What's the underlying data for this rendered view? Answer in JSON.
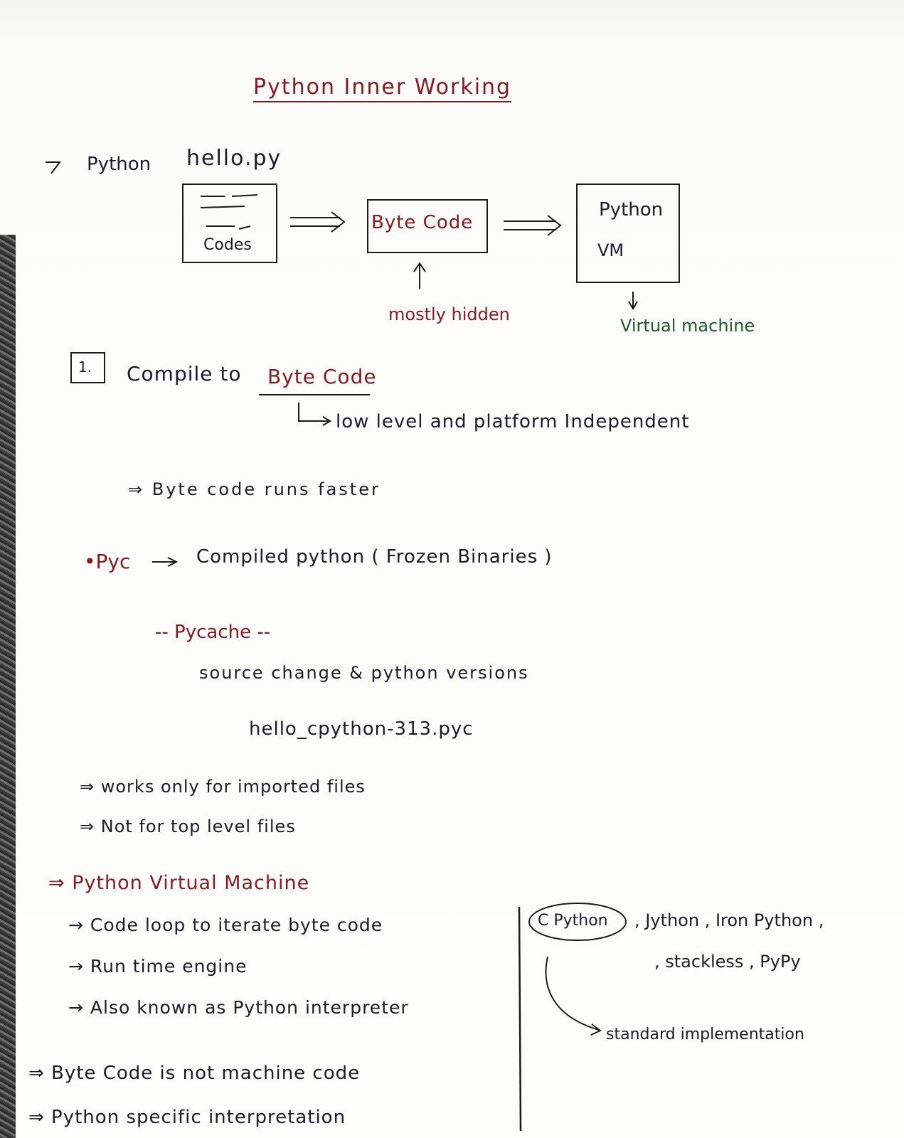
{
  "title": "Python Inner Working",
  "diagram": {
    "source_label": "Python",
    "file_name": "hello.py",
    "codes_label": "Codes",
    "bytecode_label": "Byte Code",
    "vm_line1": "Python",
    "vm_line2": "VM",
    "bytecode_note": "mostly hidden",
    "vm_note": "Virtual machine"
  },
  "section1": {
    "number": "1.",
    "heading_prefix": "Compile to",
    "heading_term": "Byte Code",
    "sub_note": "low level and platform Independent",
    "point_faster": "Byte code runs faster",
    "pyc_label": "Pyc",
    "pyc_desc": "Compiled python ( Frozen Binaries )",
    "pycache": "-- Pycache --",
    "pycache_desc": "source change & python versions",
    "example_file": "hello_cpython-313.pyc",
    "note1": "works only for imported files",
    "note2": "Not for top level files"
  },
  "pvm": {
    "heading": "Python Virtual Machine",
    "items": [
      "Code loop to iterate byte code",
      "Run time engine",
      "Also known as Python interpreter"
    ],
    "impl_circled": "C Python",
    "impl_rest1": ", Jython , Iron Python ,",
    "impl_rest2": ", stackless , PyPy",
    "impl_note": "standard implementation"
  },
  "footer": {
    "line1": "Byte Code is not machine code",
    "line2": "Python specific interpretation"
  },
  "colors": {
    "red_ink": "#8a1a22",
    "green_ink": "#1f5a2e",
    "black_ink": "#1a1a1a"
  }
}
